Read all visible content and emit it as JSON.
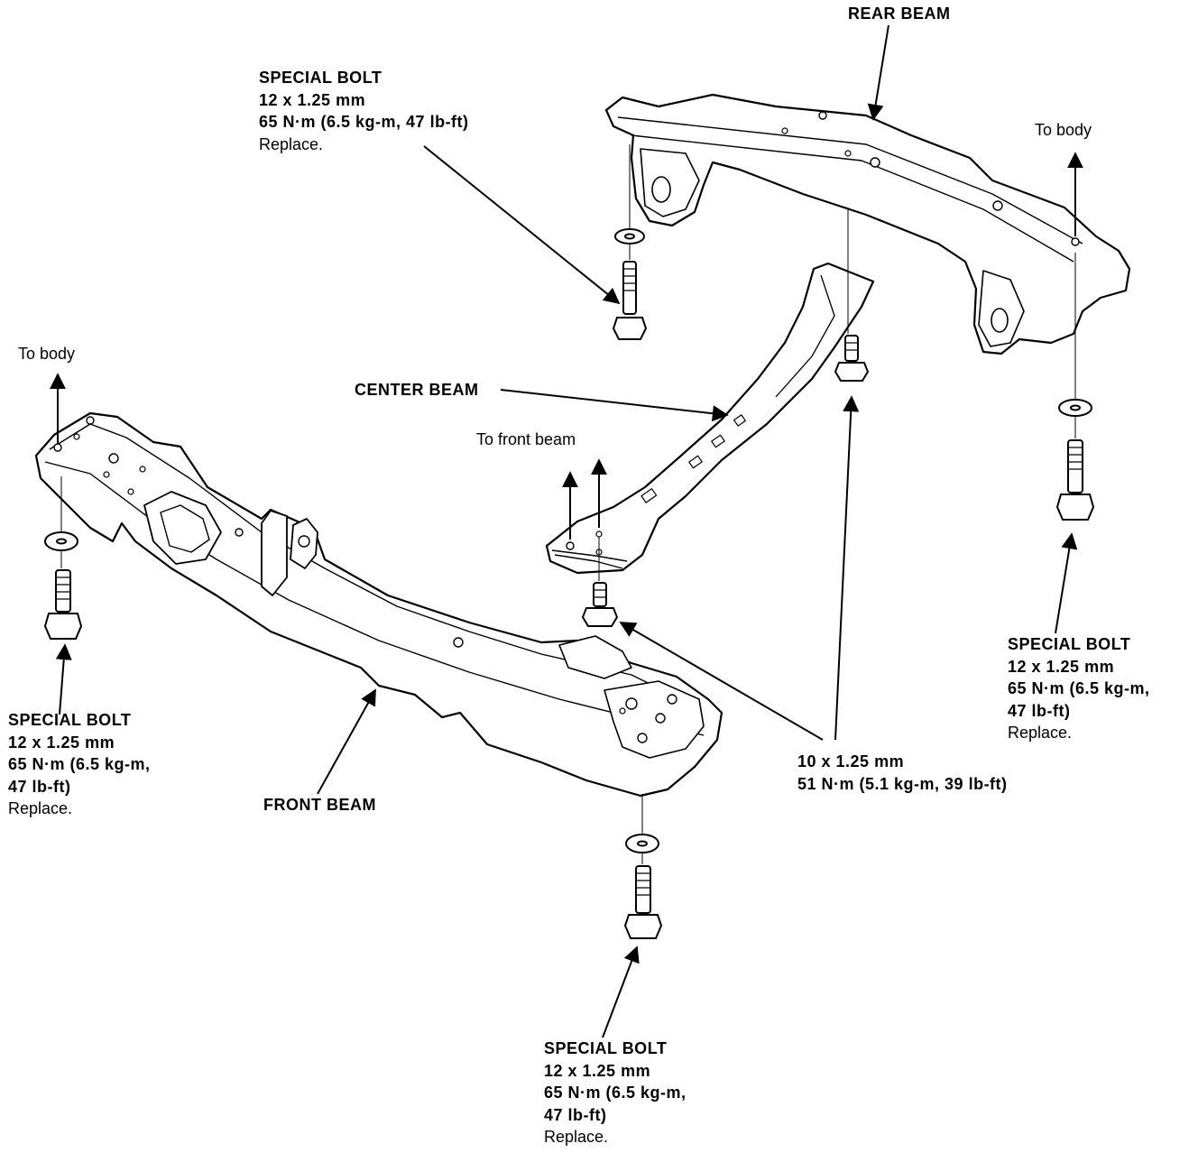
{
  "labels": {
    "rear_beam": "REAR BEAM",
    "center_beam": "CENTER BEAM",
    "front_beam": "FRONT BEAM",
    "to_body_right": "To body",
    "to_body_left": "To body",
    "to_front_beam": "To front beam",
    "bolt_top_left": {
      "title": "SPECIAL BOLT",
      "size": "12 x 1.25 mm",
      "torque": "65 N·m (6.5 kg-m, 47 lb-ft)",
      "note": "Replace."
    },
    "bolt_right": {
      "title": "SPECIAL BOLT",
      "size": "12 x 1.25 mm",
      "torque_1": "65 N·m (6.5 kg-m,",
      "torque_2": "47 lb-ft)",
      "note": "Replace."
    },
    "bolt_left": {
      "title": "SPECIAL BOLT",
      "size": "12 x 1.25 mm",
      "torque_1": "65 N·m (6.5 kg-m,",
      "torque_2": "47 lb-ft)",
      "note": "Replace."
    },
    "bolt_bottom": {
      "title": "SPECIAL BOLT",
      "size": "12 x 1.25 mm",
      "torque_1": "65 N·m (6.5 kg-m,",
      "torque_2": "47 lb-ft)",
      "note": "Replace."
    },
    "center_bolts": {
      "size": "10 x 1.25 mm",
      "torque": "51 N·m (5.1 kg-m, 39 lb-ft)"
    }
  }
}
